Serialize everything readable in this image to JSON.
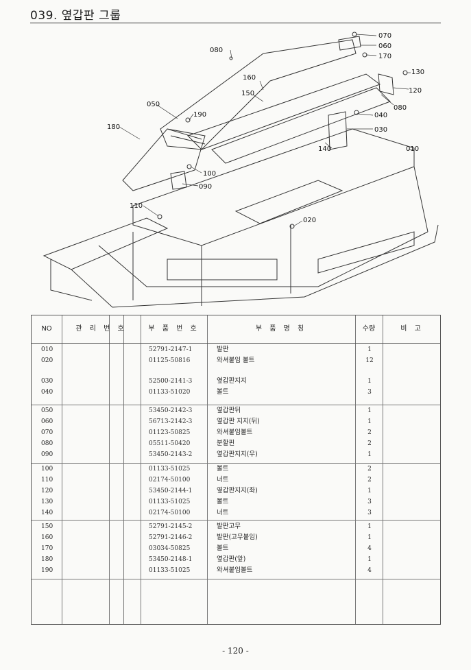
{
  "header": {
    "title": "039. 옆갑판 그룹"
  },
  "diagram": {
    "callouts": [
      "070",
      "060",
      "170",
      "130",
      "120",
      "080",
      "080",
      "160",
      "150",
      "050",
      "190",
      "180",
      "040",
      "030",
      "010",
      "140",
      "100",
      "090",
      "110",
      "020"
    ]
  },
  "table": {
    "headers": {
      "no": "NO",
      "mgmt": "관 리 번 호",
      "part_no": "부 품 번 호",
      "name": "부 품 명 칭",
      "qty": "수량",
      "note": "비 고"
    },
    "rows": [
      {
        "no": "010",
        "part_no": "52791-2147-1",
        "name": "발판",
        "qty": "1"
      },
      {
        "no": "020",
        "part_no": "01125-50816",
        "name": "와셔붙임 볼트",
        "qty": "12"
      },
      {
        "no": "030",
        "part_no": "52500-2141-3",
        "name": "옆갑판지지",
        "qty": "1"
      },
      {
        "no": "040",
        "part_no": "01133-51020",
        "name": "볼트",
        "qty": "3"
      },
      {
        "no": "050",
        "part_no": "53450-2142-3",
        "name": "옆갑판뒤",
        "qty": "1"
      },
      {
        "no": "060",
        "part_no": "56713-2142-3",
        "name": "옆갑판 지지(뒤)",
        "qty": "1"
      },
      {
        "no": "070",
        "part_no": "01123-50825",
        "name": "와셔붙임볼트",
        "qty": "2"
      },
      {
        "no": "080",
        "part_no": "05511-50420",
        "name": "분할핀",
        "qty": "2"
      },
      {
        "no": "090",
        "part_no": "53450-2143-2",
        "name": "옆갑판지지(우)",
        "qty": "1"
      },
      {
        "no": "100",
        "part_no": "01133-51025",
        "name": "볼트",
        "qty": "2"
      },
      {
        "no": "110",
        "part_no": "02174-50100",
        "name": "너트",
        "qty": "2"
      },
      {
        "no": "120",
        "part_no": "53450-2144-1",
        "name": "옆갑판지지(좌)",
        "qty": "1"
      },
      {
        "no": "130",
        "part_no": "01133-51025",
        "name": "볼트",
        "qty": "3"
      },
      {
        "no": "140",
        "part_no": "02174-50100",
        "name": "너트",
        "qty": "3"
      },
      {
        "no": "150",
        "part_no": "52791-2145-2",
        "name": "발판고무",
        "qty": "1"
      },
      {
        "no": "160",
        "part_no": "52791-2146-2",
        "name": "발판(고무붙임)",
        "qty": "1"
      },
      {
        "no": "170",
        "part_no": "03034-50825",
        "name": "볼트",
        "qty": "4"
      },
      {
        "no": "180",
        "part_no": "53450-2148-1",
        "name": "옆갑판(앞)",
        "qty": "1"
      },
      {
        "no": "190",
        "part_no": "01133-51025",
        "name": "와셔붙임볼트",
        "qty": "4"
      }
    ]
  },
  "footer": {
    "page_number": "- 120 -"
  }
}
